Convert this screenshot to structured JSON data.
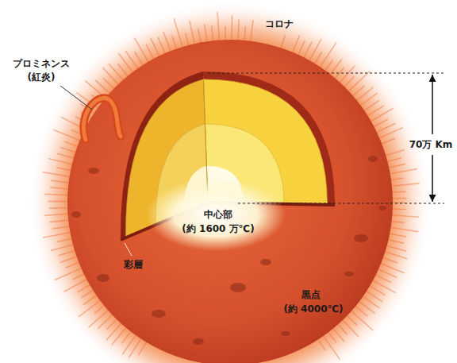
{
  "diagram": {
    "labels": [
      "コロナ",
      "プロミネンス",
      "(紅炎)",
      "70万 Km",
      "中心部",
      "(約 1600 万℃)",
      "彩層",
      "黒点",
      "(約 4000℃)"
    ]
  }
}
